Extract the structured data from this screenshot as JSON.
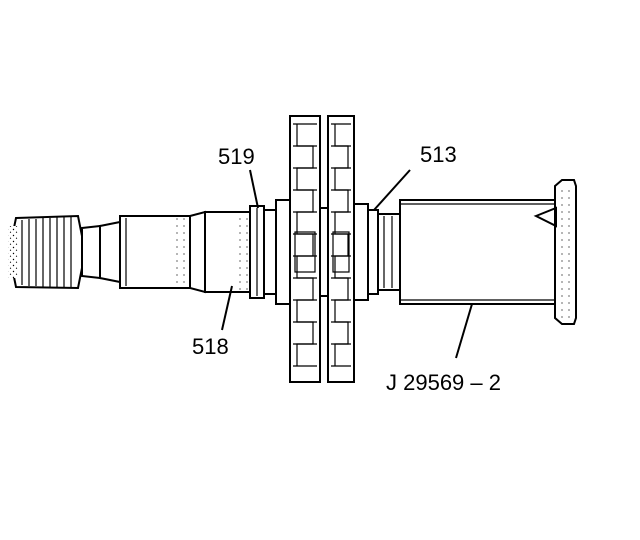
{
  "figure": {
    "callouts": {
      "part_519": "519",
      "part_513": "513",
      "part_518": "518",
      "tool": "J 29569 – 2"
    }
  }
}
